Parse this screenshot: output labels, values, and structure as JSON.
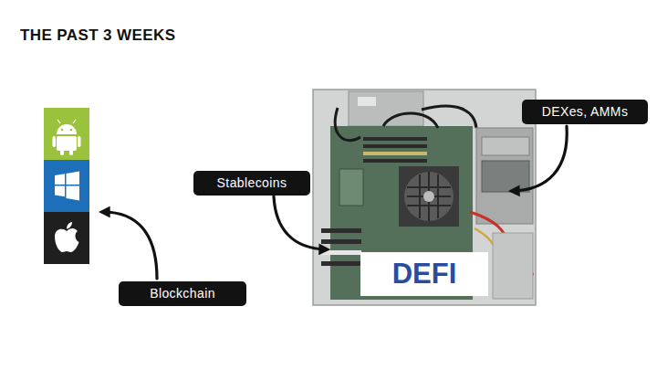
{
  "diagram": {
    "title": "THE PAST 3 WEEKS",
    "nodes": [
      {
        "text": [
          "DEXes, AMMs"
        ]
      },
      {
        "text": [
          "Stablecoins"
        ]
      },
      {
        "text": [
          "DEFI"
        ]
      },
      {
        "text": [
          "Blockchain"
        ]
      }
    ]
  }
}
